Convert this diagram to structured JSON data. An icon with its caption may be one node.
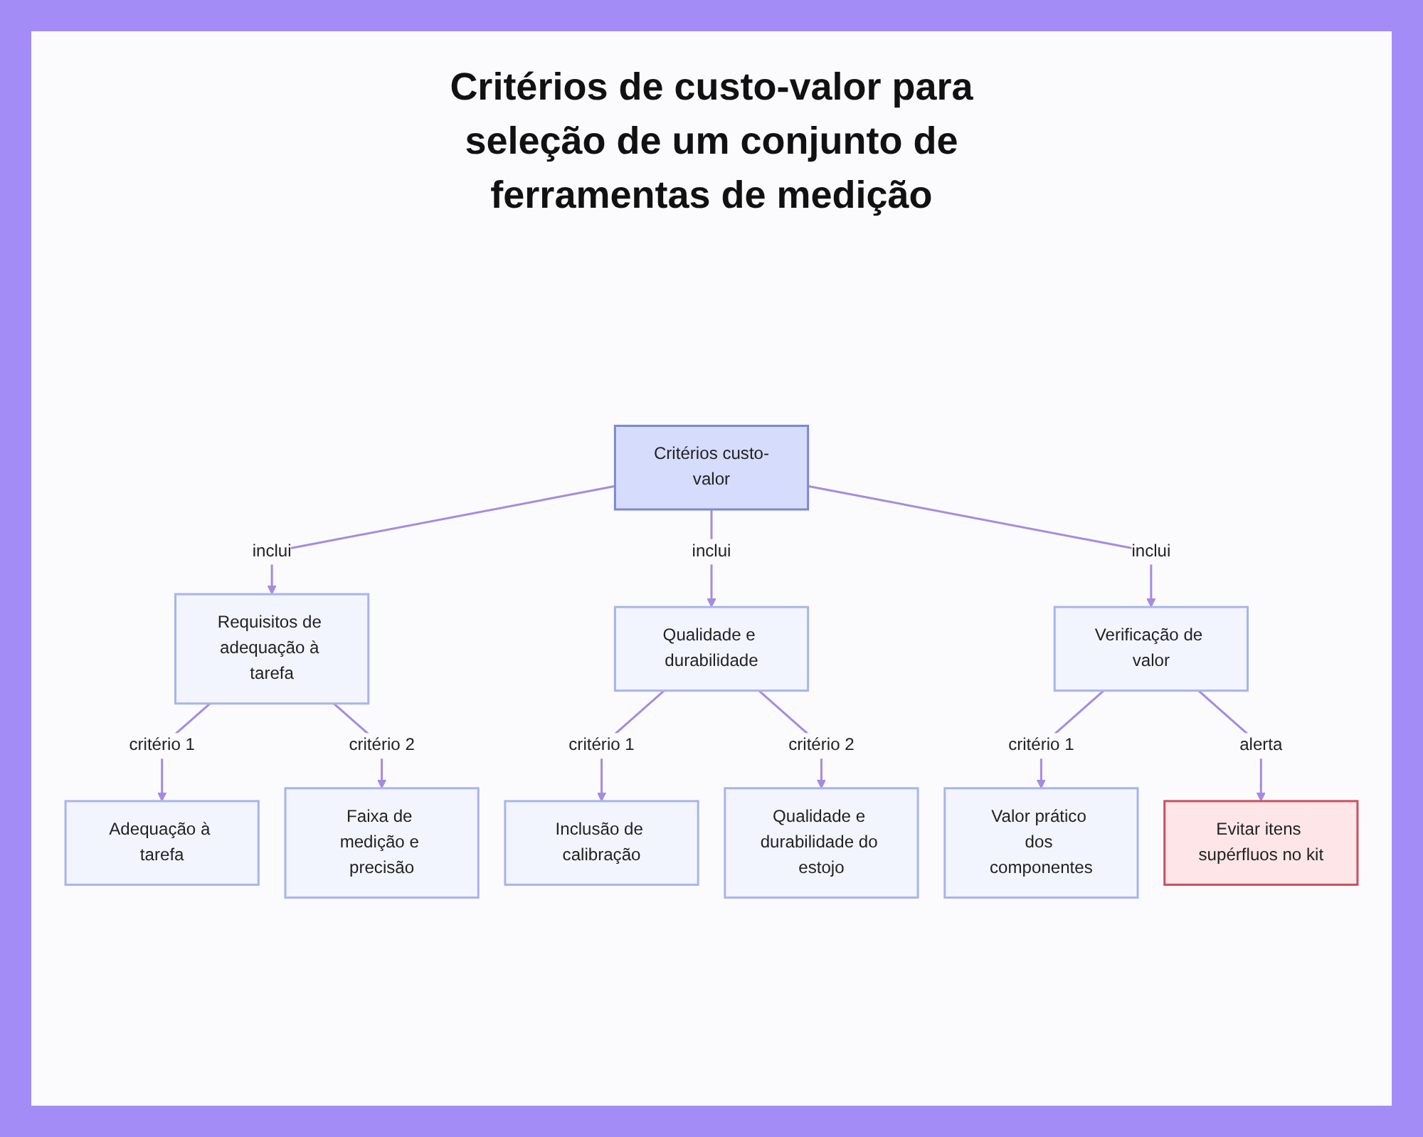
{
  "diagram": {
    "title": "Critérios de custo-valor para seleção de um conjunto de ferramentas de medição",
    "nodes": [
      {
        "text": [
          "Critérios custo-valor"
        ]
      },
      {
        "text": [
          "Requisitos de adequação à tarefa"
        ]
      },
      {
        "text": [
          "Qualidade e durabilidade"
        ]
      },
      {
        "text": [
          "Verificação de valor"
        ]
      },
      {
        "text": [
          "Adequação à tarefa"
        ]
      },
      {
        "text": [
          "Faixa de medição e precisão"
        ]
      },
      {
        "text": [
          "Inclusão de calibração"
        ]
      },
      {
        "text": [
          "Qualidade e durabilidade do estojo"
        ]
      },
      {
        "text": [
          "Valor prático dos componentes"
        ]
      },
      {
        "text": [
          "Evitar itens supérfluos no kit"
        ]
      }
    ],
    "edges": [
      {
        "from": 0,
        "to": 1,
        "arrow": "to",
        "label": "inclui"
      },
      {
        "from": 0,
        "to": 2,
        "arrow": "to",
        "label": "inclui"
      },
      {
        "from": 0,
        "to": 3,
        "arrow": "to",
        "label": "inclui"
      },
      {
        "from": 1,
        "to": 4,
        "arrow": "to",
        "label": "critério 1"
      },
      {
        "from": 1,
        "to": 5,
        "arrow": "to",
        "label": "critério 2"
      },
      {
        "from": 2,
        "to": 6,
        "arrow": "to",
        "label": "critério 1"
      },
      {
        "from": 2,
        "to": 7,
        "arrow": "to",
        "label": "critério 2"
      },
      {
        "from": 3,
        "to": 8,
        "arrow": "to",
        "label": "critério 1"
      },
      {
        "from": 3,
        "to": 9,
        "arrow": "to",
        "label": "alerta"
      }
    ]
  }
}
